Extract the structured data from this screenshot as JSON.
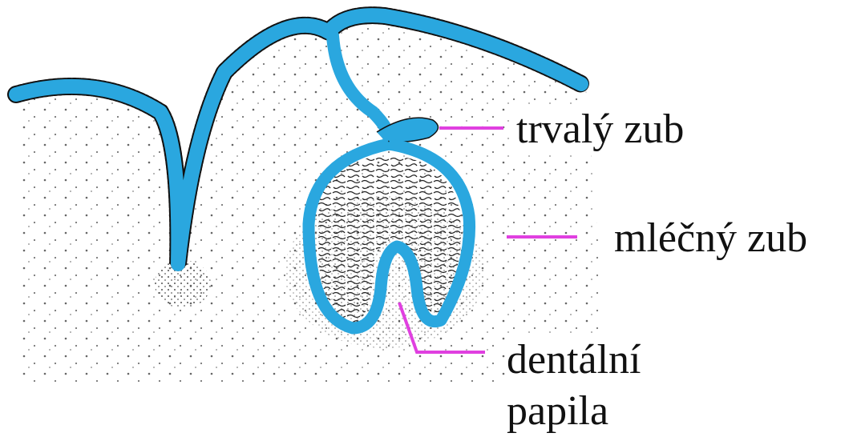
{
  "labels": {
    "permanent_tooth": "trvalý zub",
    "milk_tooth": "mléčný zub",
    "dental_papilla_line1": "dentální",
    "dental_papilla_line2": "papila"
  },
  "colors": {
    "epithelium": "#2aa7df",
    "leader": "#e040e0",
    "outline": "#111111",
    "background": "#ffffff"
  }
}
